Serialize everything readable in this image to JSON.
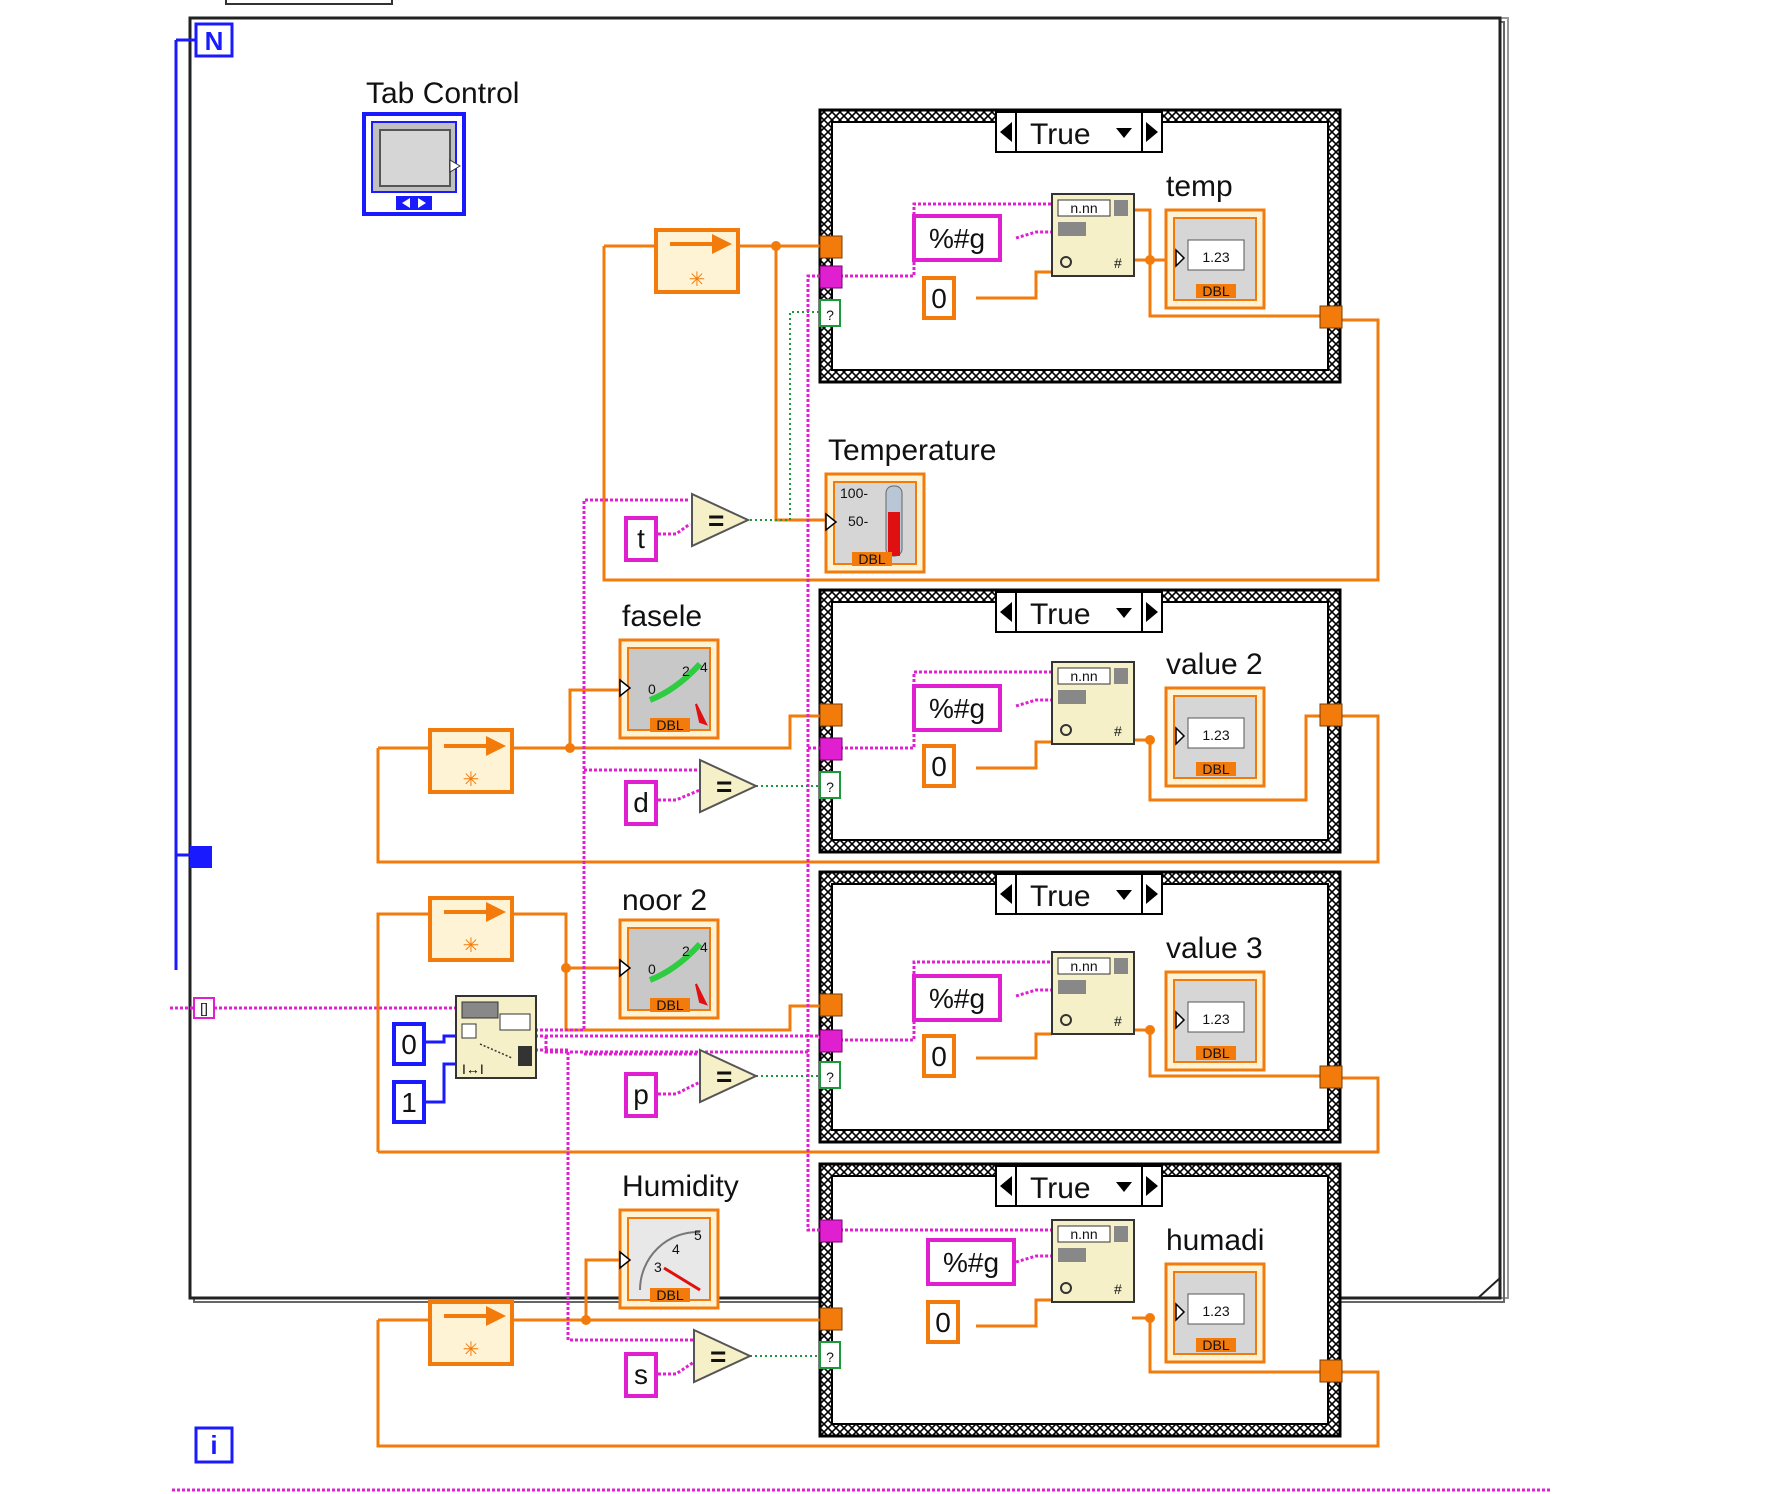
{
  "loop": {
    "count_terminal": "N",
    "iteration_terminal": "i"
  },
  "labels": {
    "tab_control": "Tab Control",
    "temp": "temp",
    "temperature": "Temperature",
    "fasele": "fasele",
    "value2": "value 2",
    "noor2": "noor 2",
    "value3": "value 3",
    "humidity": "Humidity",
    "humadi": "humadi"
  },
  "case_selectors": [
    "True",
    "True",
    "True",
    "True"
  ],
  "constants": {
    "format_string": "%#g",
    "zero": "0",
    "index_0": "0",
    "index_1": "1",
    "char_t": "t",
    "char_d": "d",
    "char_p": "p",
    "char_s": "s"
  },
  "indicator": {
    "numeric_display": "1.23",
    "dbl_tag": "DBL",
    "thermo_scale_100": "100-",
    "thermo_scale_50": "50-",
    "format_node_text": "n.nn",
    "hash_symbol": "#",
    "question_mark": "?",
    "equal_symbol": "=",
    "array_terminal": "[]"
  },
  "colors": {
    "numeric_wire": "#f27b0c",
    "string_wire": "#e020d0",
    "boolean_wire": "#1b9a3a",
    "integer_wire": "#1a1aff",
    "node_fill": "#f5f0c8"
  }
}
